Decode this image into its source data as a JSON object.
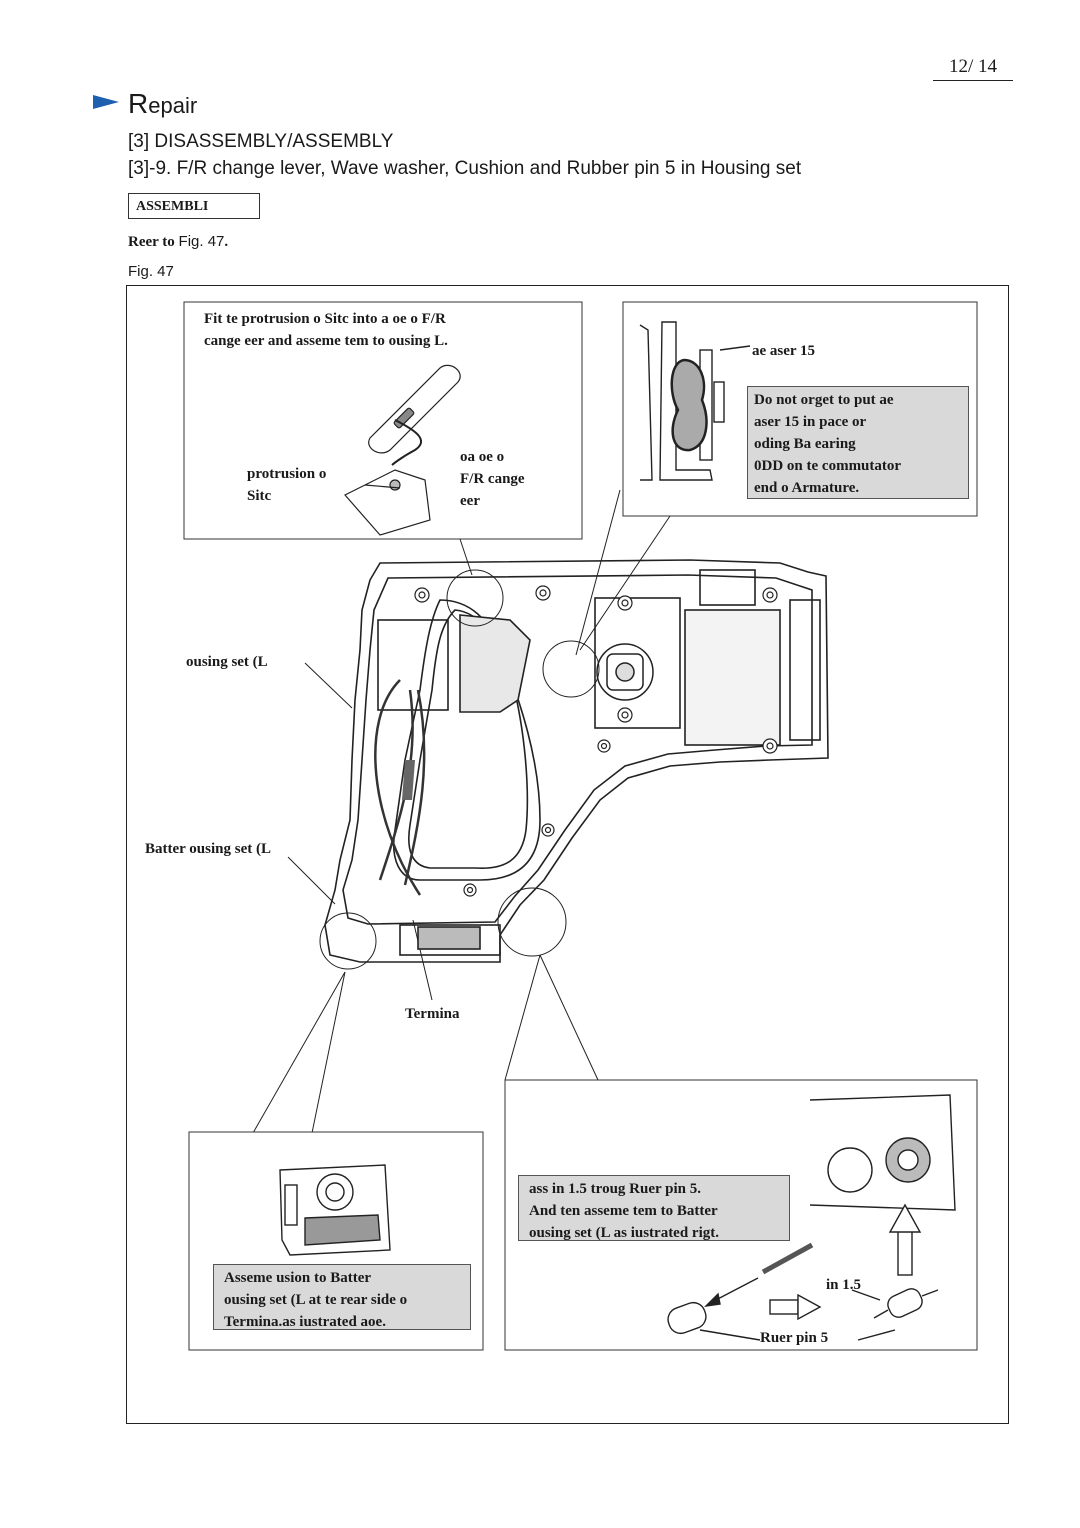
{
  "page_number": "12/ 14",
  "header": {
    "arrow_icon": "blue-triangle-arrow-icon",
    "title_initial": "R",
    "title_rest": "epair",
    "section": "[3] DISASSEMBLY/ASSEMBLY",
    "subsection": "[3]-9. F/R change lever, Wave washer, Cushion and Rubber pin 5 in Housing set"
  },
  "assembly_label": "ASSEMBLI",
  "refer_prefix": "Reer to",
  "refer_fig": "Fig. 47",
  "refer_suffix": ".",
  "figure_label": "Fig. 47",
  "callouts": {
    "top_left": {
      "line1": "Fit te protrusion o Sitc into a oe o F/R",
      "line2": "cange eer and asseme tem to ousing L.",
      "protrusion1": "protrusion o",
      "protrusion2": "Sitc",
      "hole1": "oa oe o",
      "hole2": "F/R cange",
      "hole3": "eer"
    },
    "top_right": {
      "washer_label": "ae aser 15",
      "note1": "Do not orget to put ae",
      "note2": "aser 15 in pace or",
      "note3": "oding Ba earing",
      "note4": "0DD on te commutator",
      "note5": "end o Armature."
    },
    "housing_label": "ousing set (L",
    "battery_housing_label": "Batter ousing set (L",
    "terminal_label": "Termina",
    "bottom_left": {
      "line1": "Asseme usion to Batter",
      "line2": "ousing set (L at te rear side o",
      "line3": "Termina.as iustrated aoe."
    },
    "bottom_right": {
      "line1": "ass in 1.5 troug Ruer pin 5.",
      "line2": "And ten asseme tem to Batter",
      "line3": "ousing set (L as iustrated rigt.",
      "pin_label": "in 1.5",
      "rubber_pin_label": "Ruer pin 5"
    }
  },
  "colors": {
    "arrow": "#1f5fb0",
    "note_fill": "#d9d9d9",
    "housing_grey": "#9a9a9a"
  }
}
